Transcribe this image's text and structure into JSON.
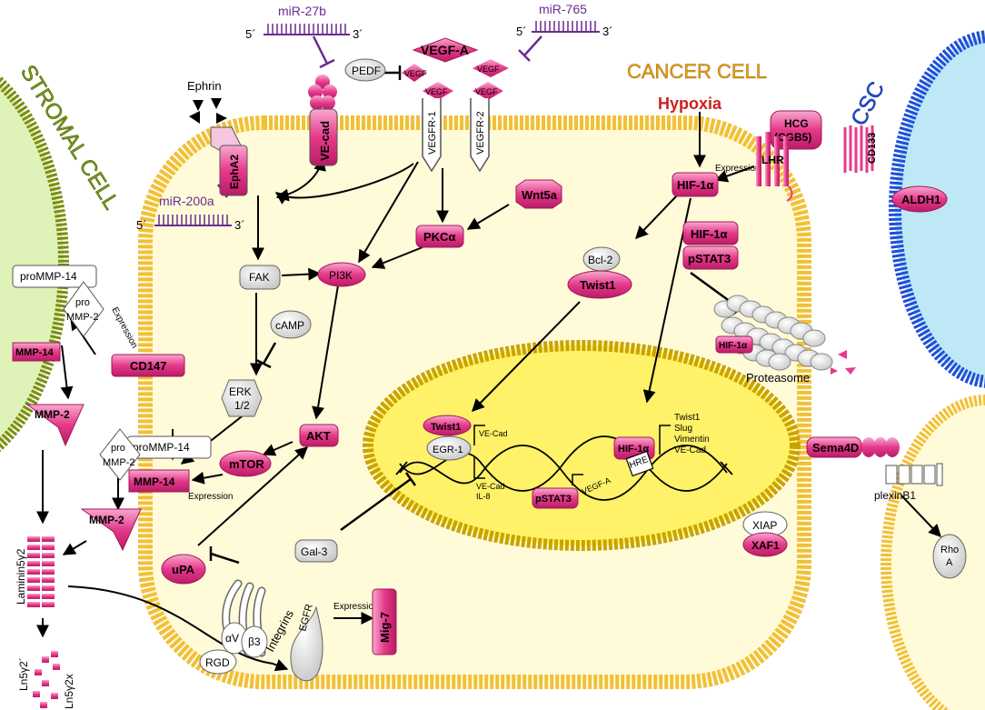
{
  "labels": {
    "stromal_cell": "STROMAL CELL",
    "cancer_cell": "CANCER CELL",
    "csc": "CSC",
    "mir27b": "miR-27b",
    "mir765": "miR-765",
    "mir200a": "miR-200a",
    "five_prime": "5´",
    "three_prime": "3´",
    "ephrin": "Ephrin",
    "pedf": "PEDF",
    "vegf_a": "VEGF-A",
    "vegf": "VEGF",
    "vegfr1": "VEGFR-1",
    "vegfr2": "VEGFR-2",
    "vecad": "VE-cad",
    "epha2": "EphA2",
    "hypoxia": "Hypoxia",
    "hcg": "HCG",
    "cgb5": "(CGB5)",
    "lhr": "LHR",
    "cd133": "CD133",
    "aldh1": "ALDH1",
    "expression": "Expression",
    "hif1a": "HIF-1α",
    "wnt5a": "Wnt5a",
    "pkca": "PKCα",
    "bcl2": "Bcl-2",
    "twist1": "Twist1",
    "pstat3": "pSTAT3",
    "pi3k": "PI3K",
    "fak": "FAK",
    "camp": "cAMP",
    "erk": "ERK",
    "erk_sub": "1/2",
    "prommp14": "proMMP-14",
    "pro": "pro",
    "mmp2": "MMP-2",
    "mmp14": "MMP-14",
    "cd147": "CD147",
    "proteasome": "Proteasome",
    "akt": "AKT",
    "mtor": "mTOR",
    "egr1": "EGR-1",
    "vecad_gene": "VE-Cad",
    "il8": "IL-8",
    "vegfa_gene": "VEGF-A",
    "hre": "HRE",
    "targets": [
      "Twist1",
      "Slug",
      "Vimentin",
      "VE-Cad"
    ],
    "sema4d": "Sema4D",
    "plexinb1": "plexinB1",
    "rho": "Rho",
    "rho_a": "A",
    "xiap": "XIAP",
    "xaf1": "XAF1",
    "gal3": "Gal-3",
    "upa": "uPA",
    "laminin": "Laminin5γ2",
    "ln5y2p": "Ln5γ2´",
    "ln5y2x": "Ln5γ2x",
    "alpha_v": "αV",
    "beta3": "β3",
    "integrins": "Integrins",
    "rgd": "RGD",
    "egfr": "EGFR",
    "mig7": "Mig-7"
  },
  "colors": {
    "magenta": "#e6398a",
    "membrane_yellow": "#f2c037",
    "cytoplasm": "#fffbd9",
    "nucleus": "#fff268",
    "nucleus_rim": "#c9a400",
    "stromal_green": "#8a9a18",
    "stromal_fill": "#dff2b8",
    "csc_blue": "#1f4fd8",
    "csc_fill": "#bfe8f7",
    "mirna_purple": "#6a2c91",
    "hypoxia_red": "#cc1f1f",
    "stromal_label": "#7a9a1a",
    "cancer_label": "#e2a21b"
  }
}
